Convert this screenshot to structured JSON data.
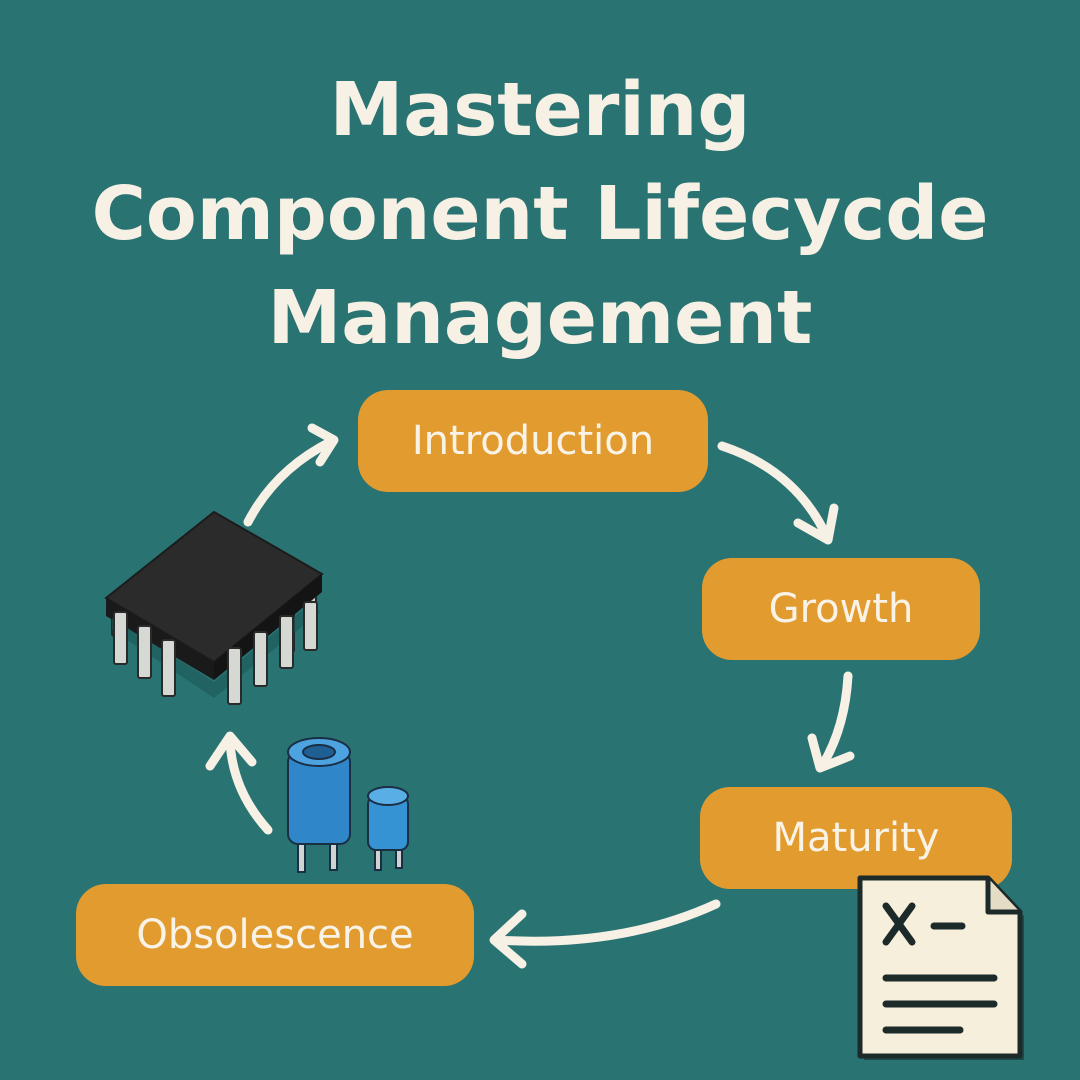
{
  "title": {
    "line1": "Mastering",
    "line2": "Component Lifecycde",
    "line3": "Management"
  },
  "stages": [
    {
      "label": "Introduction"
    },
    {
      "label": "Growth"
    },
    {
      "label": "Maturity"
    },
    {
      "label": "Obsolescence"
    }
  ],
  "colors": {
    "background": "#2a7373",
    "stage_fill": "#e29b2f",
    "text": "#f6f1e4",
    "arrow": "#f6f1e4"
  },
  "icons": [
    "microchip-icon",
    "capacitor-icon",
    "document-icon"
  ]
}
